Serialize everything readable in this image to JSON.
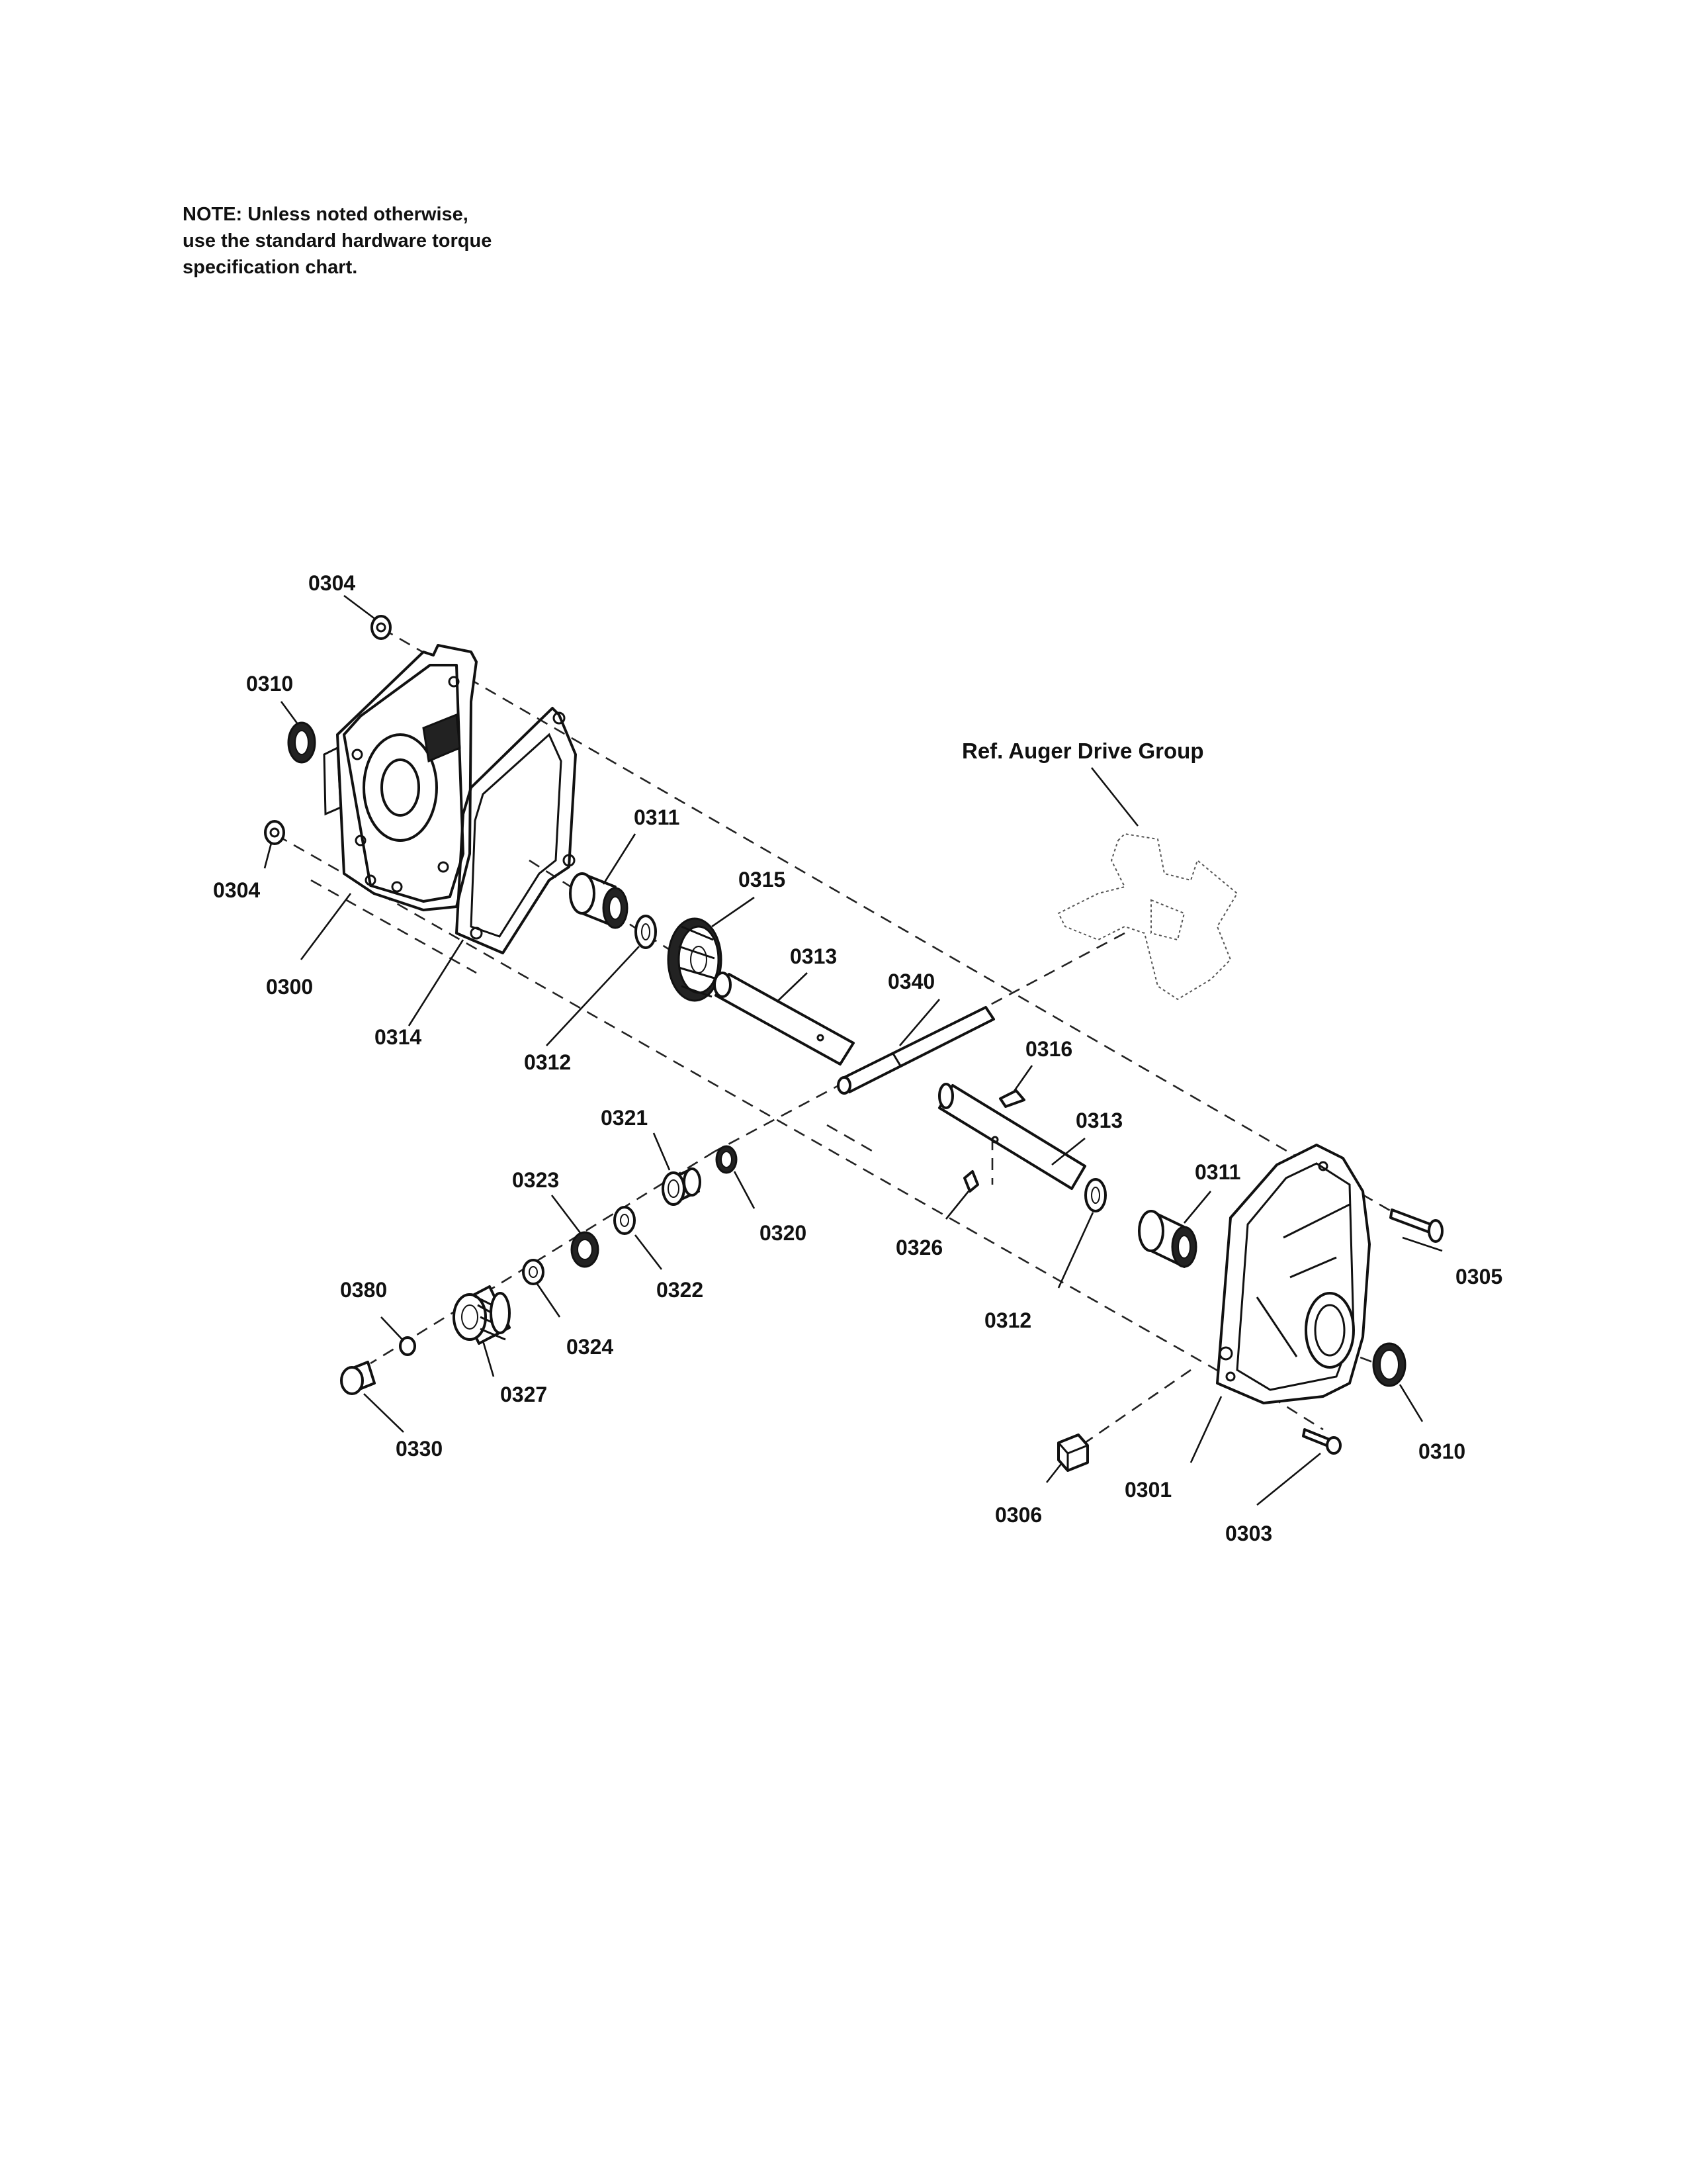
{
  "note": {
    "line1": "NOTE: Unless noted otherwise,",
    "line2": "use the standard hardware torque",
    "line3": "specification chart."
  },
  "reference_label": "Ref. Auger Drive Group",
  "callouts": {
    "p0300": "0300",
    "p0301": "0301",
    "p0303": "0303",
    "p0304_top": "0304",
    "p0304_left": "0304",
    "p0305": "0305",
    "p0306": "0306",
    "p0310_left": "0310",
    "p0310_right": "0310",
    "p0311_upper": "0311",
    "p0311_lower": "0311",
    "p0312_upper": "0312",
    "p0312_lower": "0312",
    "p0313_upper": "0313",
    "p0313_lower": "0313",
    "p0314": "0314",
    "p0315": "0315",
    "p0316": "0316",
    "p0320": "0320",
    "p0321": "0321",
    "p0322": "0322",
    "p0323": "0323",
    "p0324": "0324",
    "p0326": "0326",
    "p0327": "0327",
    "p0330": "0330",
    "p0340": "0340",
    "p0380": "0380"
  }
}
